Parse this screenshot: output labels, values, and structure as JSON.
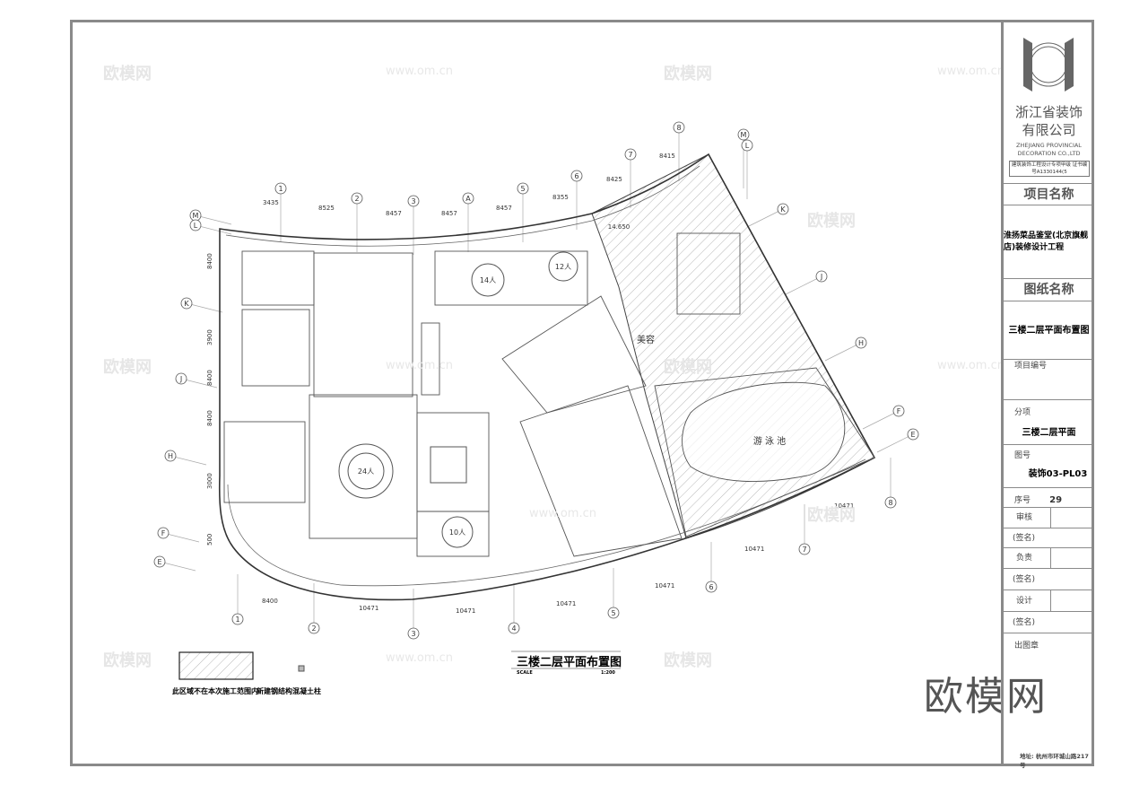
{
  "watermark": {
    "cn": "欧模网",
    "url": "www.om.cn"
  },
  "title_block": {
    "company_cn_1": "浙江省装饰",
    "company_cn_2": "有限公司",
    "company_en_1": "ZHEJIANG PROVINCIAL",
    "company_en_2": "DECORATION CO.,LTD",
    "license": "建筑装饰工程设计专项甲级 证书编号A1330144(5",
    "project_name_label": "项目名称",
    "project_name": "淮扬菜品鉴堂(北京旗舰店)装修设计工程",
    "drawing_name_label": "图纸名称",
    "drawing_name": "三楼二层平面布置图",
    "project_no_label": "项目编号",
    "subitem_label": "分项",
    "subitem": "三楼二层平面",
    "drawing_no_label": "图号",
    "drawing_no": "装饰03-PL03",
    "seq_label": "序号",
    "seq": "29",
    "review_label": "审核",
    "sign1": "(签名)",
    "responsible_label": "负责",
    "sign2": "(签名)",
    "design_label": "设计",
    "sign3": "(签名)",
    "stamp_label": "出图章",
    "address": "地址: 杭州市环城山路217号"
  },
  "plan": {
    "title": "三楼二层平面布置图",
    "scale_label": "SCALE",
    "scale": "1:200",
    "legend": [
      {
        "label": "此区域不在本次施工范围内"
      },
      {
        "label": "新建钢结构混凝土柱"
      }
    ],
    "rooms": {
      "pool": "游 泳 池",
      "beauty": "美容",
      "elevation": "14.650",
      "t24": "24人",
      "t14": "14人",
      "t12": "12人",
      "t10": "10人"
    },
    "grid_top": [
      "1",
      "2",
      "3",
      "A",
      "5",
      "6",
      "7",
      "8",
      "M",
      "L"
    ],
    "grid_left": [
      "M",
      "L",
      "K",
      "J",
      "H",
      "F",
      "E"
    ],
    "grid_bottom": [
      "1",
      "2",
      "3",
      "4",
      "5",
      "6",
      "7",
      "8"
    ],
    "grid_right": [
      "K",
      "J",
      "H",
      "F",
      "E"
    ],
    "dims_top": [
      "3435",
      "8525",
      "8457",
      "8457",
      "8457",
      "8355",
      "8425",
      "8415"
    ],
    "dims_bottom": [
      "8400",
      "10471",
      "10471",
      "10471",
      "10471",
      "10471",
      "10471"
    ],
    "dims_left": [
      "8400",
      "3900",
      "8400",
      "8400",
      "3000",
      "500"
    ]
  },
  "colors": {
    "frame": "#8a8a8a",
    "line": "#555555",
    "grid": "#9a9a9a"
  }
}
